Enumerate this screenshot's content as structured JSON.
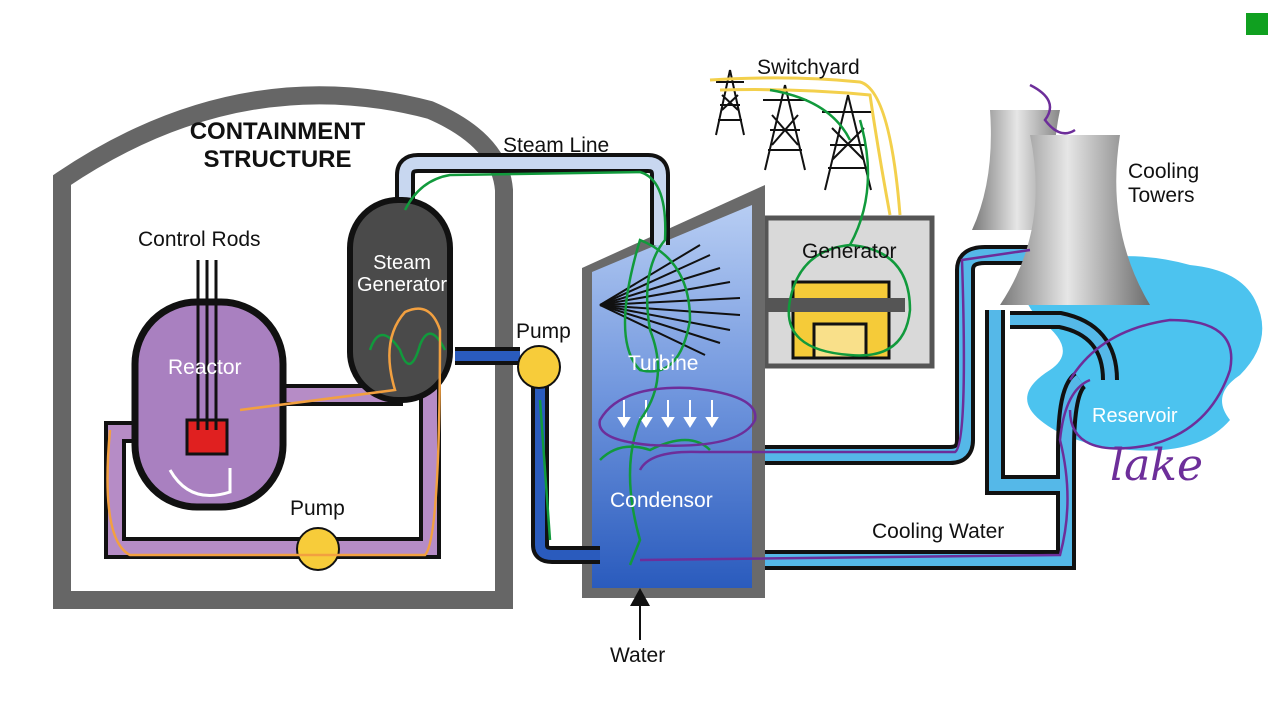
{
  "labels": {
    "containment_line1": "CONTAINMENT",
    "containment_line2": "STRUCTURE",
    "control_rods": "Control Rods",
    "reactor": "Reactor",
    "steam_generator_line1": "Steam",
    "steam_generator_line2": "Generator",
    "steam_line": "Steam Line",
    "pump_upper": "Pump",
    "pump_lower": "Pump",
    "switchyard": "Switchyard",
    "generator": "Generator",
    "turbine": "Turbine",
    "condensor": "Condensor",
    "water": "Water",
    "cooling_towers_line1": "Cooling",
    "cooling_towers_line2": "Towers",
    "reservoir": "Reservoir",
    "cooling_water": "Cooling Water"
  },
  "annotations": {
    "handwritten": "lake"
  },
  "colors": {
    "primary_loop": "#b68cc6",
    "reactor": "#a980c0",
    "core": "#e02020",
    "steam_gen": "#4a4a4a",
    "steam_line": "#c8d7f0",
    "turbine_top": "#a9c3ef",
    "turbine_bottom": "#2c60c0",
    "cooling_pipe": "#55b8e8",
    "pump": "#f7cc3a",
    "generator_yellow": "#f5cb39",
    "structure": "#666666",
    "pen_green": "#119a3c",
    "pen_orange": "#f2a040",
    "pen_purple": "#6d2e9a",
    "status_square": "#10a020"
  }
}
